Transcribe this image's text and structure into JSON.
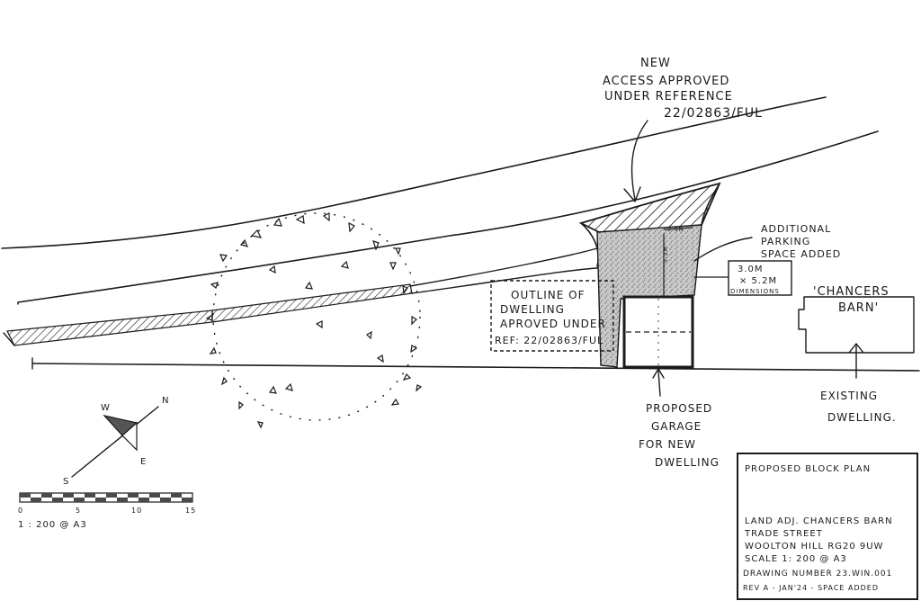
{
  "annotations": {
    "access_new": "NEW",
    "access_line1": "ACCESS  APPROVED",
    "access_line2": "UNDER  REFERENCE",
    "access_line3": "22/02863/FUL",
    "parking_line1": "ADDITIONAL",
    "parking_line2": "PARKING",
    "parking_line3": "SPACE ADDED",
    "parking_dim_width": "3.0M",
    "parking_dim_length": "× 5.2M",
    "parking_dim_label": "DIMENSIONS",
    "parking_dim_top_small": "3.0M",
    "parking_dim_side_small": "5.2M",
    "outline_line1": "OUTLINE OF",
    "outline_line2": "DWELLING",
    "outline_line3": "APROVED UNDER",
    "outline_line4": "REF: 22/02863/FUL",
    "garage_line1": "PROPOSED",
    "garage_line2": "GARAGE",
    "garage_line3": "FOR NEW",
    "garage_line4": "DWELLING",
    "barn_name": "'CHANCERS",
    "barn_name2": "BARN'",
    "existing_line1": "EXISTING",
    "existing_line2": "DWELLING."
  },
  "north_arrow": {
    "w": "W",
    "n": "N",
    "e": "E",
    "s": "S"
  },
  "scale_bar": {
    "tick_0": "0",
    "tick_5": "5",
    "tick_10": "10",
    "tick_15": "15",
    "label": "1 : 200 @ A3"
  },
  "title_block": {
    "title": "PROPOSED BLOCK PLAN",
    "address1": "LAND ADJ. CHANCERS BARN",
    "address2": "TRADE  STREET",
    "address3": "WOOLTON HILL RG20 9UW",
    "scale": "SCALE 1: 200 @ A3",
    "drawing_number": "DRAWING NUMBER 23.WIN.001",
    "revision": "REV A - JAN'24 - SPACE ADDED"
  },
  "colors": {
    "ink": "#1a1a1a",
    "stipple": "#bdbdbd",
    "paper": "#ffffff"
  }
}
